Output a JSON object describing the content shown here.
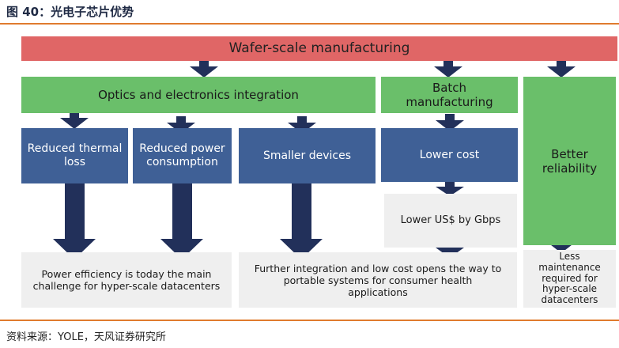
{
  "figure": {
    "title": "图 40：光电子芯片优势",
    "source": "资料来源：YOLE，天风证券研究所"
  },
  "diagram": {
    "top": "Wafer-scale manufacturing",
    "optics": "Optics and electronics integration",
    "batch": "Batch manufacturing",
    "reliability": "Better reliability",
    "thermal": "Reduced thermal loss",
    "power": "Reduced power consumption",
    "smaller": "Smaller devices",
    "cost": "Lower cost",
    "usd": "Lower US$ by Gbps",
    "efficiency": "Power efficiency is today the main challenge for hyper-scale datacenters",
    "portable": "Further integration and low cost opens the way to portable systems for consumer health applications",
    "maintenance": "Less maintenance required for hyper-scale datacenters"
  },
  "colors": {
    "red": "#e06666",
    "green": "#6abf6a",
    "blue": "#3f6096",
    "gray": "#efefef",
    "arrow": "#22305a",
    "rule": "#e07b2e"
  }
}
